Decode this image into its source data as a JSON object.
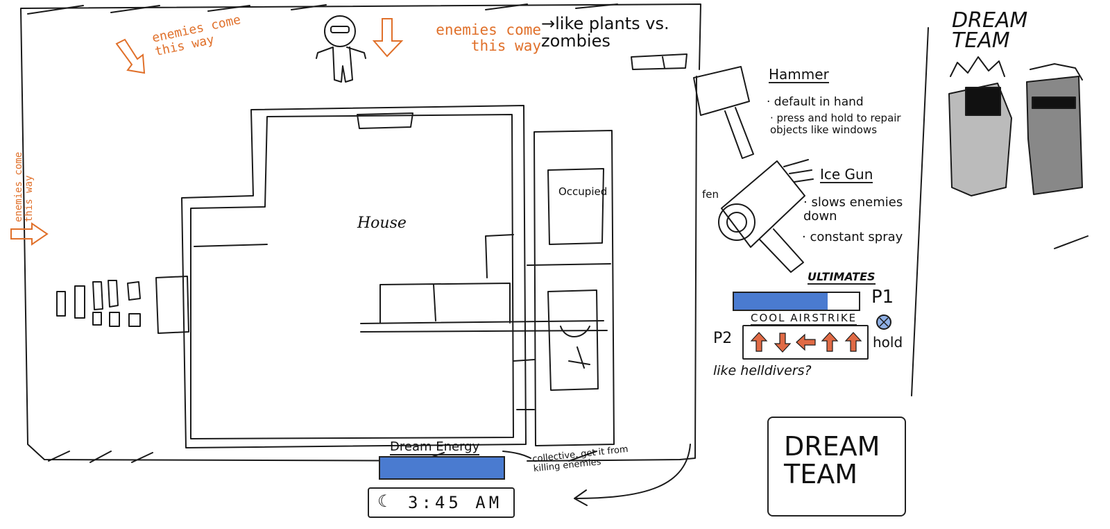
{
  "colors": {
    "ink": "#111111",
    "enemy_note": "#e0702a",
    "bar_fill": "#4a7bd0",
    "arrow_fill": "#e06a45"
  },
  "notes": {
    "enemies_top_left": "enemies come this way",
    "enemies_top": "enemies come this way",
    "enemies_left": "enemies come this way",
    "like_pvz": "→like plants vs. zombies",
    "house_label": "House",
    "occupied_label": "Occupied"
  },
  "hammer": {
    "title": "Hammer",
    "line1": "· default in hand",
    "line2": "· press and hold to repair objects like windows"
  },
  "ice_gun": {
    "title": "Ice Gun",
    "fence_label": "fen",
    "line1": "· slows enemies down",
    "line2": "· constant spray"
  },
  "ultimates": {
    "title": "ULTIMATES",
    "p1_label": "P1",
    "p1_progress": 0.75,
    "p2_label": "P2",
    "airstrike_label": "COOL AIRSTRIKE",
    "arrows": [
      "up",
      "down",
      "left",
      "up",
      "up"
    ],
    "hold_label": "hold",
    "helldivers_note": "like helldivers?"
  },
  "dream_energy": {
    "label": "Dream Energy",
    "progress": 1.0,
    "note": "collective, get it from killing enemies"
  },
  "clock": {
    "icon": "moon-icon",
    "time": "3:45 AM"
  },
  "team": {
    "top_title": "DREAM TEAM",
    "logo_title": "DREAM TEAM"
  }
}
